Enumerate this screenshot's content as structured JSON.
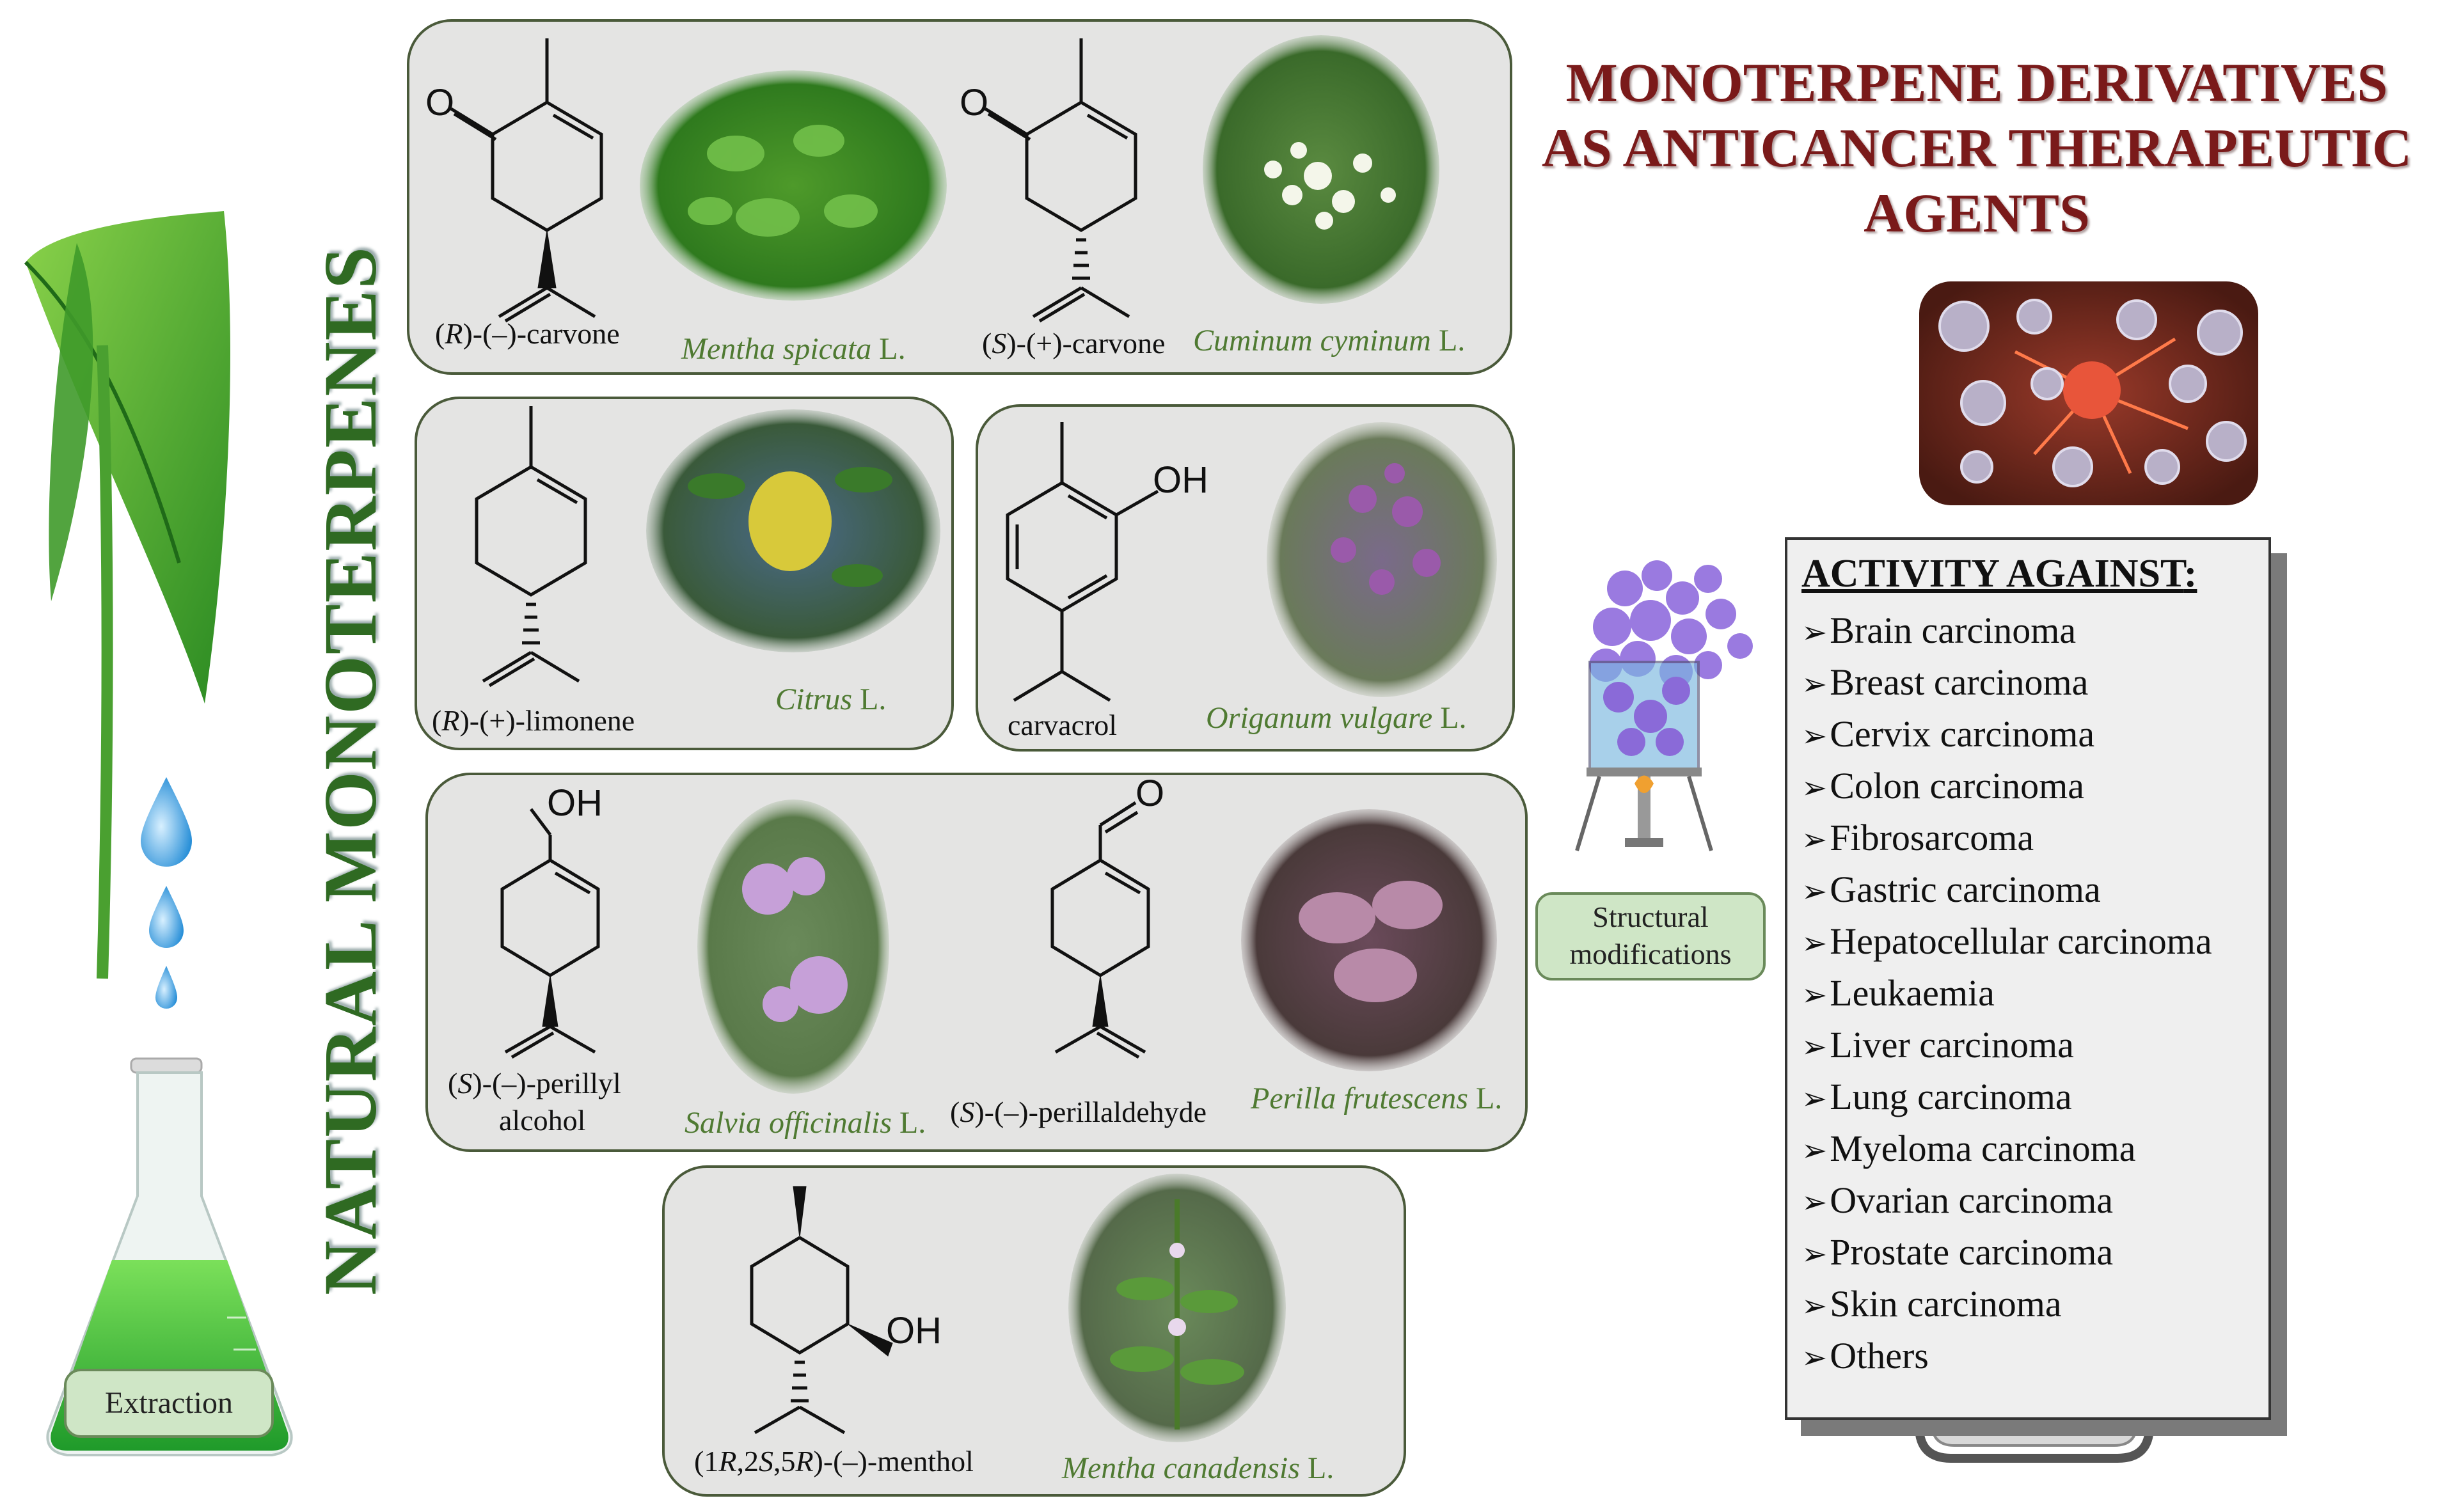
{
  "title_lines": [
    "MONOTERPENE DERIVATIVES",
    "AS ANTICANCER THERAPEUTIC",
    "AGENTS"
  ],
  "side_title": "NATURAL MONOTERPENES",
  "extraction_label": "Extraction",
  "structural_label_lines": [
    "Structural",
    "modifications"
  ],
  "activity": {
    "heading": "ACTIVITY AGAINST",
    "colon": ":",
    "items": [
      "Brain carcinoma",
      "Breast carcinoma",
      "Cervix carcinoma",
      "Colon carcinoma",
      "Fibrosarcoma",
      "Gastric carcinoma",
      "Hepatocellular carcinoma",
      "Leukaemia",
      "Liver carcinoma",
      "Lung  carcinoma",
      "Myeloma carcinoma",
      "Ovarian carcinoma",
      "Prostate carcinoma",
      "Skin carcinoma",
      "Others"
    ]
  },
  "compounds": {
    "r_carvone": {
      "stereo": "R",
      "name": "-(–)-carvone",
      "plant": "Mentha spicata",
      "author": "L."
    },
    "s_carvone": {
      "stereo": "S",
      "name": "-(+)-carvone",
      "plant": "Cuminum cyminum",
      "author": "L."
    },
    "limonene": {
      "stereo": "R",
      "name": "-(+)-limonene",
      "plant": "Citrus",
      "author": "L."
    },
    "carvacrol": {
      "name": "carvacrol",
      "plant": "Origanum vulgare",
      "author": "L."
    },
    "perillyl": {
      "stereo": "S",
      "name": "-(–)-perillyl",
      "name2": "alcohol",
      "plant": "Salvia officinalis",
      "author": "L."
    },
    "perillaldehyde": {
      "stereo": "S",
      "name": "-(–)-perillaldehyde",
      "plant": "Perilla frutescens",
      "author": "L."
    },
    "menthol": {
      "prefix": "(1",
      "r1": "R",
      "sep1": ",2",
      "s": "S",
      "sep2": ",5",
      "r2": "R",
      "name": ")-(–)-menthol",
      "plant": "Mentha canadensis",
      "author": "L."
    }
  },
  "atoms": {
    "O": "O",
    "OH": "OH"
  },
  "colors": {
    "title": "#7a1a1a",
    "side_title": "#2f6a22",
    "plant_text": "#4f7a32",
    "panel": "#e4e4e3"
  },
  "icons": [
    "leaf-icon",
    "water-drop-icon",
    "flask-icon",
    "beaker-icon",
    "cancer-cell-icon",
    "clipboard-icon"
  ]
}
